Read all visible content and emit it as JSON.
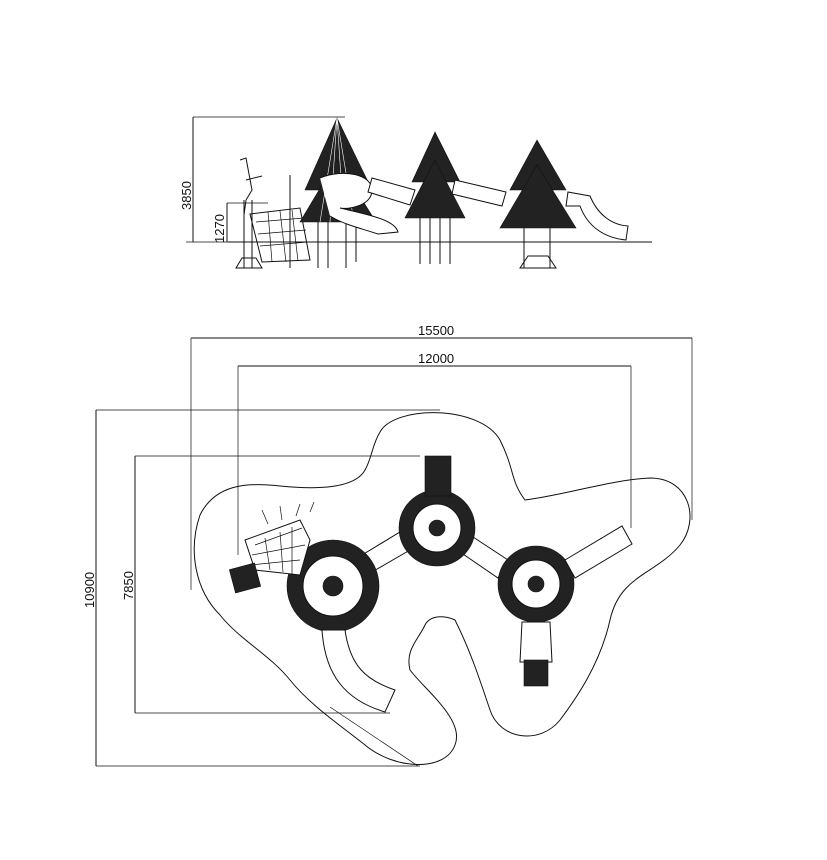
{
  "elevation_view": {
    "dim_total_height": "3850",
    "dim_platform_height": "1270"
  },
  "plan_view": {
    "dim_overall_length": "15500",
    "dim_structure_length": "12000",
    "dim_overall_width": "10900",
    "dim_structure_width": "7850"
  }
}
